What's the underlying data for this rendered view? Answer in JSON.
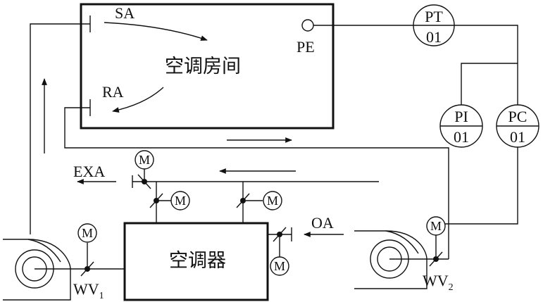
{
  "room": {
    "label": "空调房间"
  },
  "ahu": {
    "label": "空调器"
  },
  "streams": {
    "supply": "SA",
    "return": "RA",
    "exhaust": "EXA",
    "outdoor": "OA"
  },
  "sensor": {
    "label": "PE"
  },
  "instruments": {
    "pt": {
      "top": "PT",
      "bottom": "01"
    },
    "pi": {
      "top": "PI",
      "bottom": "01"
    },
    "pc": {
      "top": "PC",
      "bottom": "01"
    }
  },
  "motor": {
    "label": "M"
  },
  "valves": {
    "wv1": {
      "main": "WV",
      "sub": "1"
    },
    "wv2": {
      "main": "WV",
      "sub": "2"
    }
  }
}
